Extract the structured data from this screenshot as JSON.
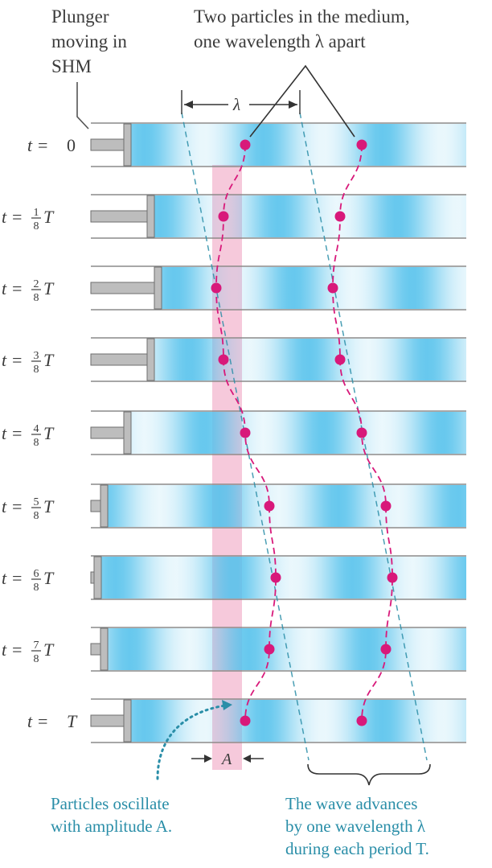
{
  "labels": {
    "plunger_line1": "Plunger",
    "plunger_line2": "moving in",
    "plunger_line3": "SHM",
    "particles_line1": "Two particles in the medium,",
    "particles_line2": "one wavelength λ apart",
    "lambda": "λ",
    "amplitude": "A",
    "oscillate_line1": "Particles oscillate",
    "oscillate_line2": "with amplitude A.",
    "advance_line1": "The wave advances",
    "advance_line2": "by one wavelength λ",
    "advance_line3": "during each period T."
  },
  "rows": [
    {
      "lhs": "t = ",
      "num": "",
      "den": "",
      "rhs": "0",
      "phase": 0
    },
    {
      "lhs": "t = ",
      "num": "1",
      "den": "8",
      "rhs": "T",
      "phase": 1
    },
    {
      "lhs": "t = ",
      "num": "2",
      "den": "8",
      "rhs": "T",
      "phase": 2
    },
    {
      "lhs": "t = ",
      "num": "3",
      "den": "8",
      "rhs": "T",
      "phase": 3
    },
    {
      "lhs": "t = ",
      "num": "4",
      "den": "8",
      "rhs": "T",
      "phase": 4
    },
    {
      "lhs": "t = ",
      "num": "5",
      "den": "8",
      "rhs": "T",
      "phase": 5
    },
    {
      "lhs": "t = ",
      "num": "6",
      "den": "8",
      "rhs": "T",
      "phase": 6
    },
    {
      "lhs": "t = ",
      "num": "7",
      "den": "8",
      "rhs": "T",
      "phase": 7
    },
    {
      "lhs": "t = ",
      "num": "",
      "den": "",
      "rhs": "T",
      "phase": 8
    }
  ],
  "colors": {
    "tube_line": "#8a8a8a",
    "wave_blue": "#56c2ec",
    "particle": "#d8197a",
    "band": "#f3b7cf",
    "plunger": "#bdbdbd",
    "caption": "#2a8ea8"
  }
}
